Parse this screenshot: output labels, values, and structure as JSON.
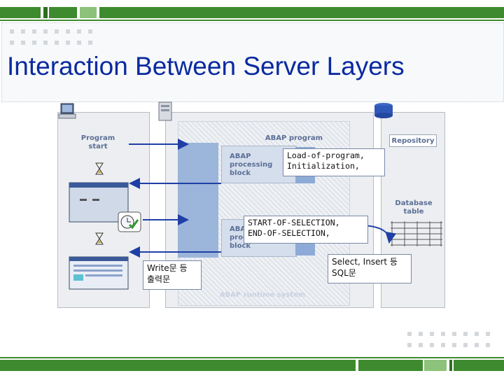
{
  "title": "Interaction Between Server Layers",
  "diagram": {
    "program_start": "Program\nstart",
    "abap_program": "ABAP program",
    "processing_block_1": "ABAP\nprocessing\nblock",
    "processing_block_2": "ABAP\nprocessing\nblock",
    "runtime_system": "ABAP runtime system",
    "repository": "Repository",
    "database_table": "Database\ntable",
    "callout_load": "Load-of-program,\nInitialization,",
    "callout_selection": "START-OF-SELECTION,\nEND-OF-SELECTION,",
    "callout_write": "Write문 등\n출력문",
    "callout_select": "Select, Insert 등\nSQL문"
  },
  "colors": {
    "title": "#0a2aa0",
    "band_green": "#3e8a2e",
    "band_light_green": "#8dc27a",
    "arrow_blue": "#1f3fa6",
    "block_blue": "#8eaad6"
  },
  "icons": [
    "monitor-icon",
    "server-icon",
    "database-icon",
    "hourglass-icon",
    "clock-check-icon",
    "screen-list-icon",
    "report-screen-icon",
    "table-grid-icon"
  ]
}
